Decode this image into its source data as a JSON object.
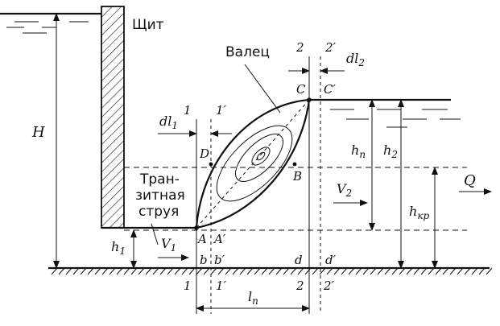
{
  "labels": {
    "gate": "Щит",
    "roller": "Валец",
    "transit_jet_1": "Тран-",
    "transit_jet_2": "зитная",
    "transit_jet_3": "струя",
    "H": "H",
    "Q": "Q",
    "A": "A",
    "A_prime": "A′",
    "B": "B",
    "C": "C",
    "C_prime": "C′",
    "D": "D",
    "b": "b",
    "b_prime": "b′",
    "d": "d",
    "d_prime": "d′",
    "sec1_top": "1",
    "sec1p_top": "1′",
    "sec2_top": "2",
    "sec2p_top": "2′",
    "sec1_bot": "1",
    "sec1p_bot": "1′",
    "sec2_bot": "2",
    "sec2p_bot": "2′"
  },
  "subscripted": {
    "dl1": {
      "base": "dl",
      "sub": "1"
    },
    "dl2": {
      "base": "dl",
      "sub": "2"
    },
    "hp": {
      "base": "h",
      "sub": "п"
    },
    "h2": {
      "base": "h",
      "sub": "2"
    },
    "hkr": {
      "base": "h",
      "sub": "кр"
    },
    "V2": {
      "base": "V",
      "sub": "2"
    },
    "V1": {
      "base": "V",
      "sub": "1"
    },
    "h1": {
      "base": "h",
      "sub": "1"
    },
    "lp": {
      "base": "l",
      "sub": "п"
    }
  }
}
